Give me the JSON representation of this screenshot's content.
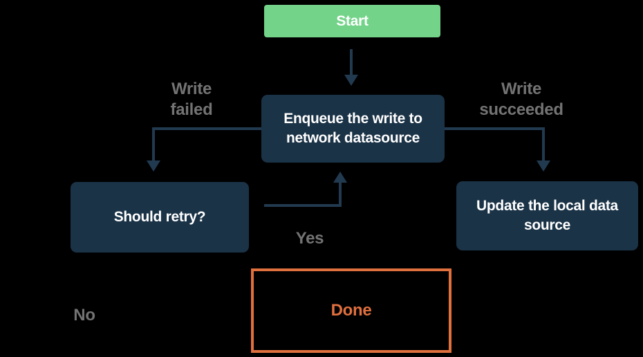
{
  "flowchart": {
    "nodes": {
      "start": {
        "label": "Start"
      },
      "enqueue": {
        "label": "Enqueue the write to\nnetwork datasource"
      },
      "should_retry": {
        "label": "Should retry?"
      },
      "update_local": {
        "label": "Update the local data\nsource"
      },
      "done": {
        "label": "Done"
      }
    },
    "edge_labels": {
      "write_failed": "Write\nfailed",
      "write_succeeded": "Write\nsucceeded",
      "yes": "Yes",
      "no": "No"
    },
    "colors": {
      "background": "#000000",
      "start_fill": "#72d389",
      "node_fill": "#1b3347",
      "node_text": "#ffffff",
      "arrow": "#223a50",
      "edge_label_gray": "#737373",
      "done_accent": "#e0703e"
    }
  }
}
